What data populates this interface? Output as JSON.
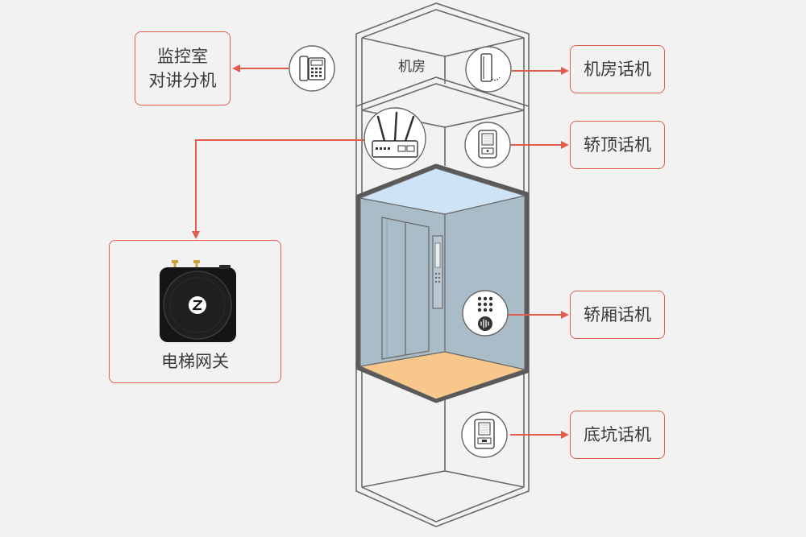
{
  "labels": {
    "monitor_room_line1": "监控室",
    "monitor_room_line2": "对讲分机",
    "machine_room_floor": "机房",
    "machine_room_phone": "机房话机",
    "car_top_phone": "轿顶话机",
    "car_phone": "轿厢话机",
    "pit_phone": "底坑话机",
    "gateway": "电梯网关"
  },
  "colors": {
    "accent": "#e35d4f",
    "background": "#f2f2f2",
    "shaft_line": "#6b6b6b",
    "car_wall": "#a9bcc7",
    "car_ceiling": "#cfe3f6",
    "car_floor": "#f8c78c",
    "gateway_body": "#151515"
  },
  "icons": [
    "desk-phone-icon",
    "wall-phone-icon",
    "router-icon",
    "car-top-intercom-icon",
    "car-keypad-intercom-icon",
    "pit-intercom-icon",
    "elevator-gateway-device-icon"
  ]
}
